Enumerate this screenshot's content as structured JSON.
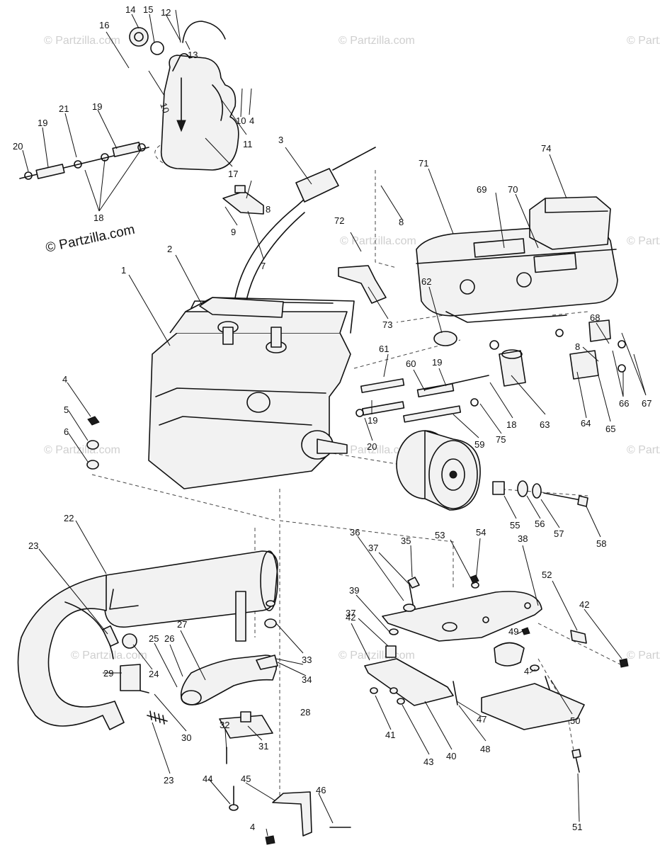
{
  "watermark": "© Partzilla.com",
  "brand_label": "© Partzilla.com",
  "callouts": {
    "c1": "1",
    "c2": "2",
    "c3": "3",
    "c4": "4",
    "c5": "5",
    "c6": "6",
    "c7": "7",
    "c8": "8",
    "c9": "9",
    "c10": "10",
    "c11": "11",
    "c12": "12",
    "c13": "13",
    "c14": "14",
    "c15": "15",
    "c16": "16",
    "c17": "17",
    "c18": "18",
    "c19": "19",
    "c20": "20",
    "c21": "21",
    "c22": "22",
    "c23": "23",
    "c24": "24",
    "c25": "25",
    "c26": "26",
    "c27": "27",
    "c28": "28",
    "c29": "29",
    "c30": "30",
    "c31": "31",
    "c32": "32",
    "c33": "33",
    "c34": "34",
    "c35": "35",
    "c36": "36",
    "c37": "37",
    "c38": "38",
    "c39": "39",
    "c40": "40",
    "c41": "41",
    "c42": "42",
    "c43": "43",
    "c44": "44",
    "c45": "45",
    "c46": "46",
    "c47": "47",
    "c48": "48",
    "c49": "49",
    "c50": "50",
    "c51": "51",
    "c52": "52",
    "c53": "53",
    "c54": "54",
    "c55": "55",
    "c56": "56",
    "c57": "57",
    "c58": "58",
    "c59": "59",
    "c60": "60",
    "c61": "61",
    "c62": "62",
    "c63": "63",
    "c64": "64",
    "c65": "65",
    "c66": "66",
    "c67": "67",
    "c68": "68",
    "c69": "69",
    "c70": "70",
    "c71": "71",
    "c72": "72",
    "c73": "73",
    "c74": "74",
    "c75": "75"
  }
}
